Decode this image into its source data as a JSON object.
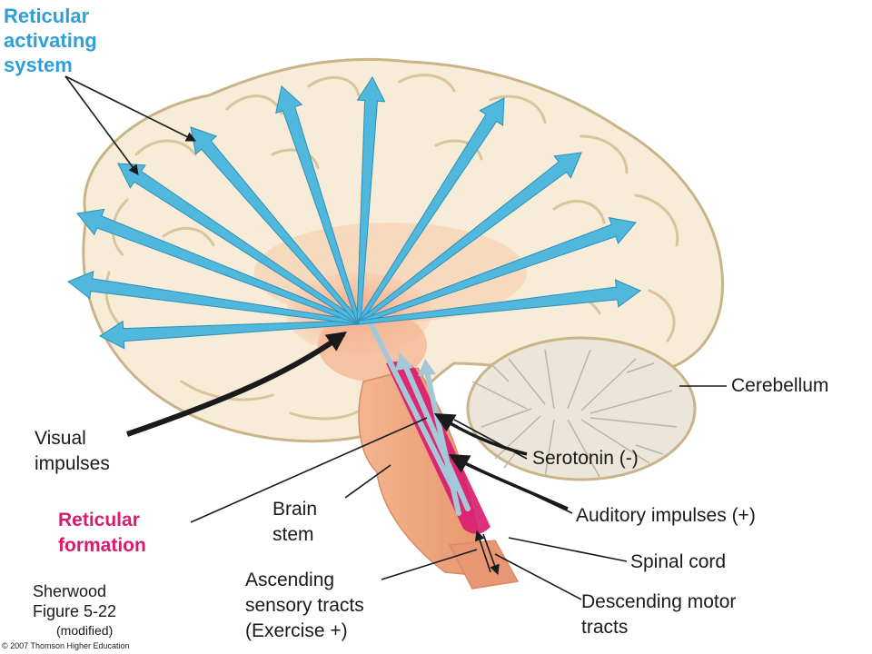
{
  "labels": {
    "ras_line1": "Reticular",
    "ras_line2": "activating",
    "ras_line3": "system",
    "cerebellum": "Cerebellum",
    "visual_line1": "Visual",
    "visual_line2": "impulses",
    "serotonin": "Serotonin (-)",
    "brainstem_line1": "Brain",
    "brainstem_line2": "stem",
    "rf_line1": "Reticular",
    "rf_line2": "formation",
    "auditory": "Auditory impulses (+)",
    "spinal_cord": "Spinal cord",
    "ascending_line1": "Ascending",
    "ascending_line2": "sensory tracts",
    "ascending_line3": "(Exercise +)",
    "descending_line1": "Descending motor",
    "descending_line2": "tracts",
    "credit_line1": "Sherwood",
    "credit_line2": "Figure 5-22",
    "credit_line3": "(modified)",
    "copyright": "© 2007 Thomson Higher Education"
  },
  "colors": {
    "ras_blue": "#2f9fd8",
    "arrow_blue": "#4fb8dc",
    "reticular_pink": "#d81b6f",
    "brain_cream": "#f6ecd8",
    "brain_outline": "#c9b48a",
    "core_peach": "#f3b58f",
    "cerebellum_grey": "#e8e2d6"
  }
}
